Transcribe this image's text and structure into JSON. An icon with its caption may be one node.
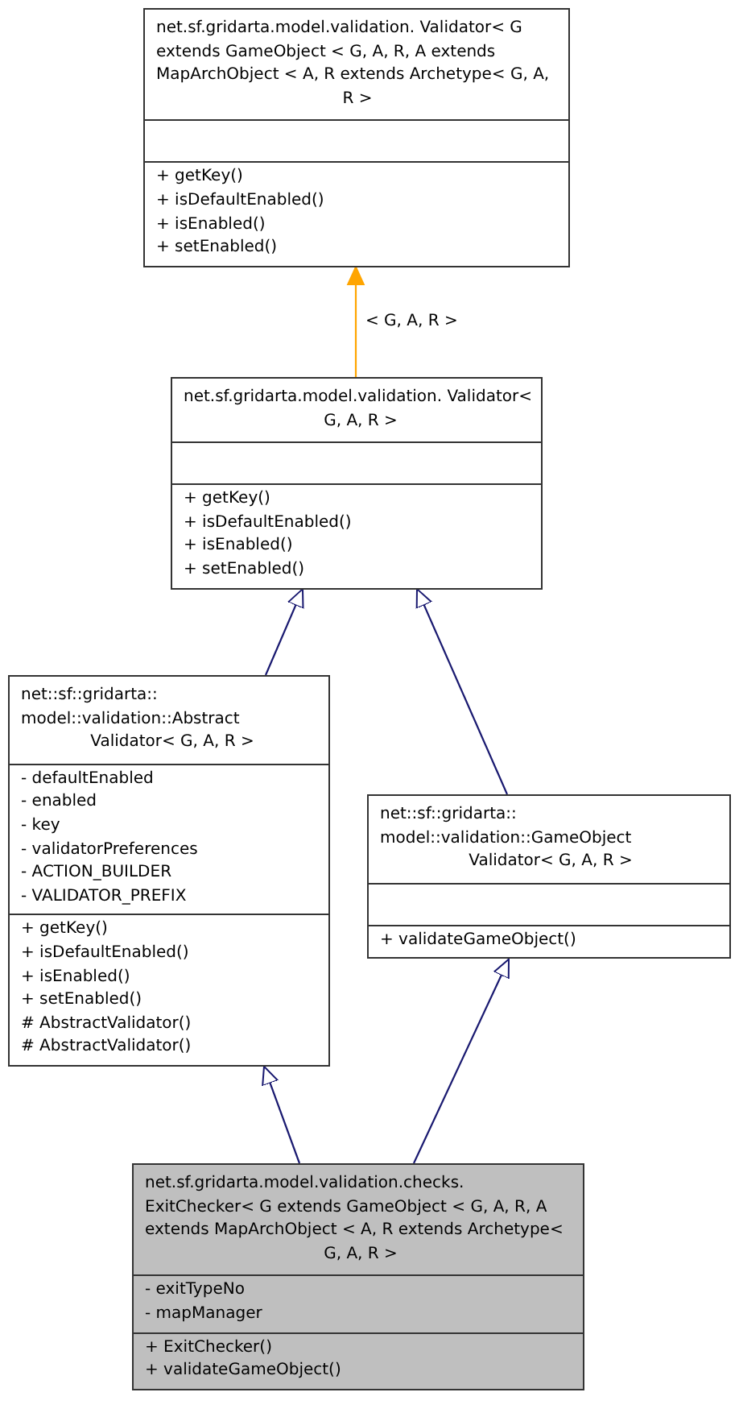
{
  "diagram": {
    "nodes": [
      {
        "text": [
          "net.sf.gridarta.model.validation. Validator< G extends GameObject < G, A, R, A extends MapArchObject < A, R extends Archetype< G, A, R >",
          "+ getKey()",
          "+ isDefaultEnabled()",
          "+ isEnabled()",
          "+ setEnabled()"
        ]
      },
      {
        "text": [
          "net.sf.gridarta.model.validation. Validator< G, A, R >",
          "+ getKey()",
          "+ isDefaultEnabled()",
          "+ isEnabled()",
          "+ setEnabled()"
        ]
      },
      {
        "text": [
          "net::sf::gridarta:: model::validation::Abstract Validator< G, A, R >",
          "- defaultEnabled",
          "- enabled",
          "- key",
          "- validatorPreferences",
          "- ACTION_BUILDER",
          "- VALIDATOR_PREFIX",
          "+ getKey()",
          "+ isDefaultEnabled()",
          "+ isEnabled()",
          "+ setEnabled()",
          "# AbstractValidator()",
          "# AbstractValidator()"
        ]
      },
      {
        "text": [
          "net::sf::gridarta:: model::validation::GameObject Validator< G, A, R >",
          "+ validateGameObject()"
        ]
      },
      {
        "text": [
          "net.sf.gridarta.model.validation.checks. ExitChecker< G extends GameObject < G, A, R, A extends MapArchObject < A, R extends Archetype< G, A, R >",
          "- exitTypeNo",
          "- mapManager",
          "+ ExitChecker()",
          "+ validateGameObject()"
        ]
      }
    ],
    "edges": [
      {
        "from": 1,
        "to": 0,
        "arrow": "to",
        "label": "< G, A, R >",
        "color": "#ffa500"
      },
      {
        "from": 2,
        "to": 1,
        "arrow": "to"
      },
      {
        "from": 3,
        "to": 1,
        "arrow": "to"
      },
      {
        "from": 4,
        "to": 2,
        "arrow": "to"
      },
      {
        "from": 4,
        "to": 3,
        "arrow": "to"
      }
    ]
  }
}
